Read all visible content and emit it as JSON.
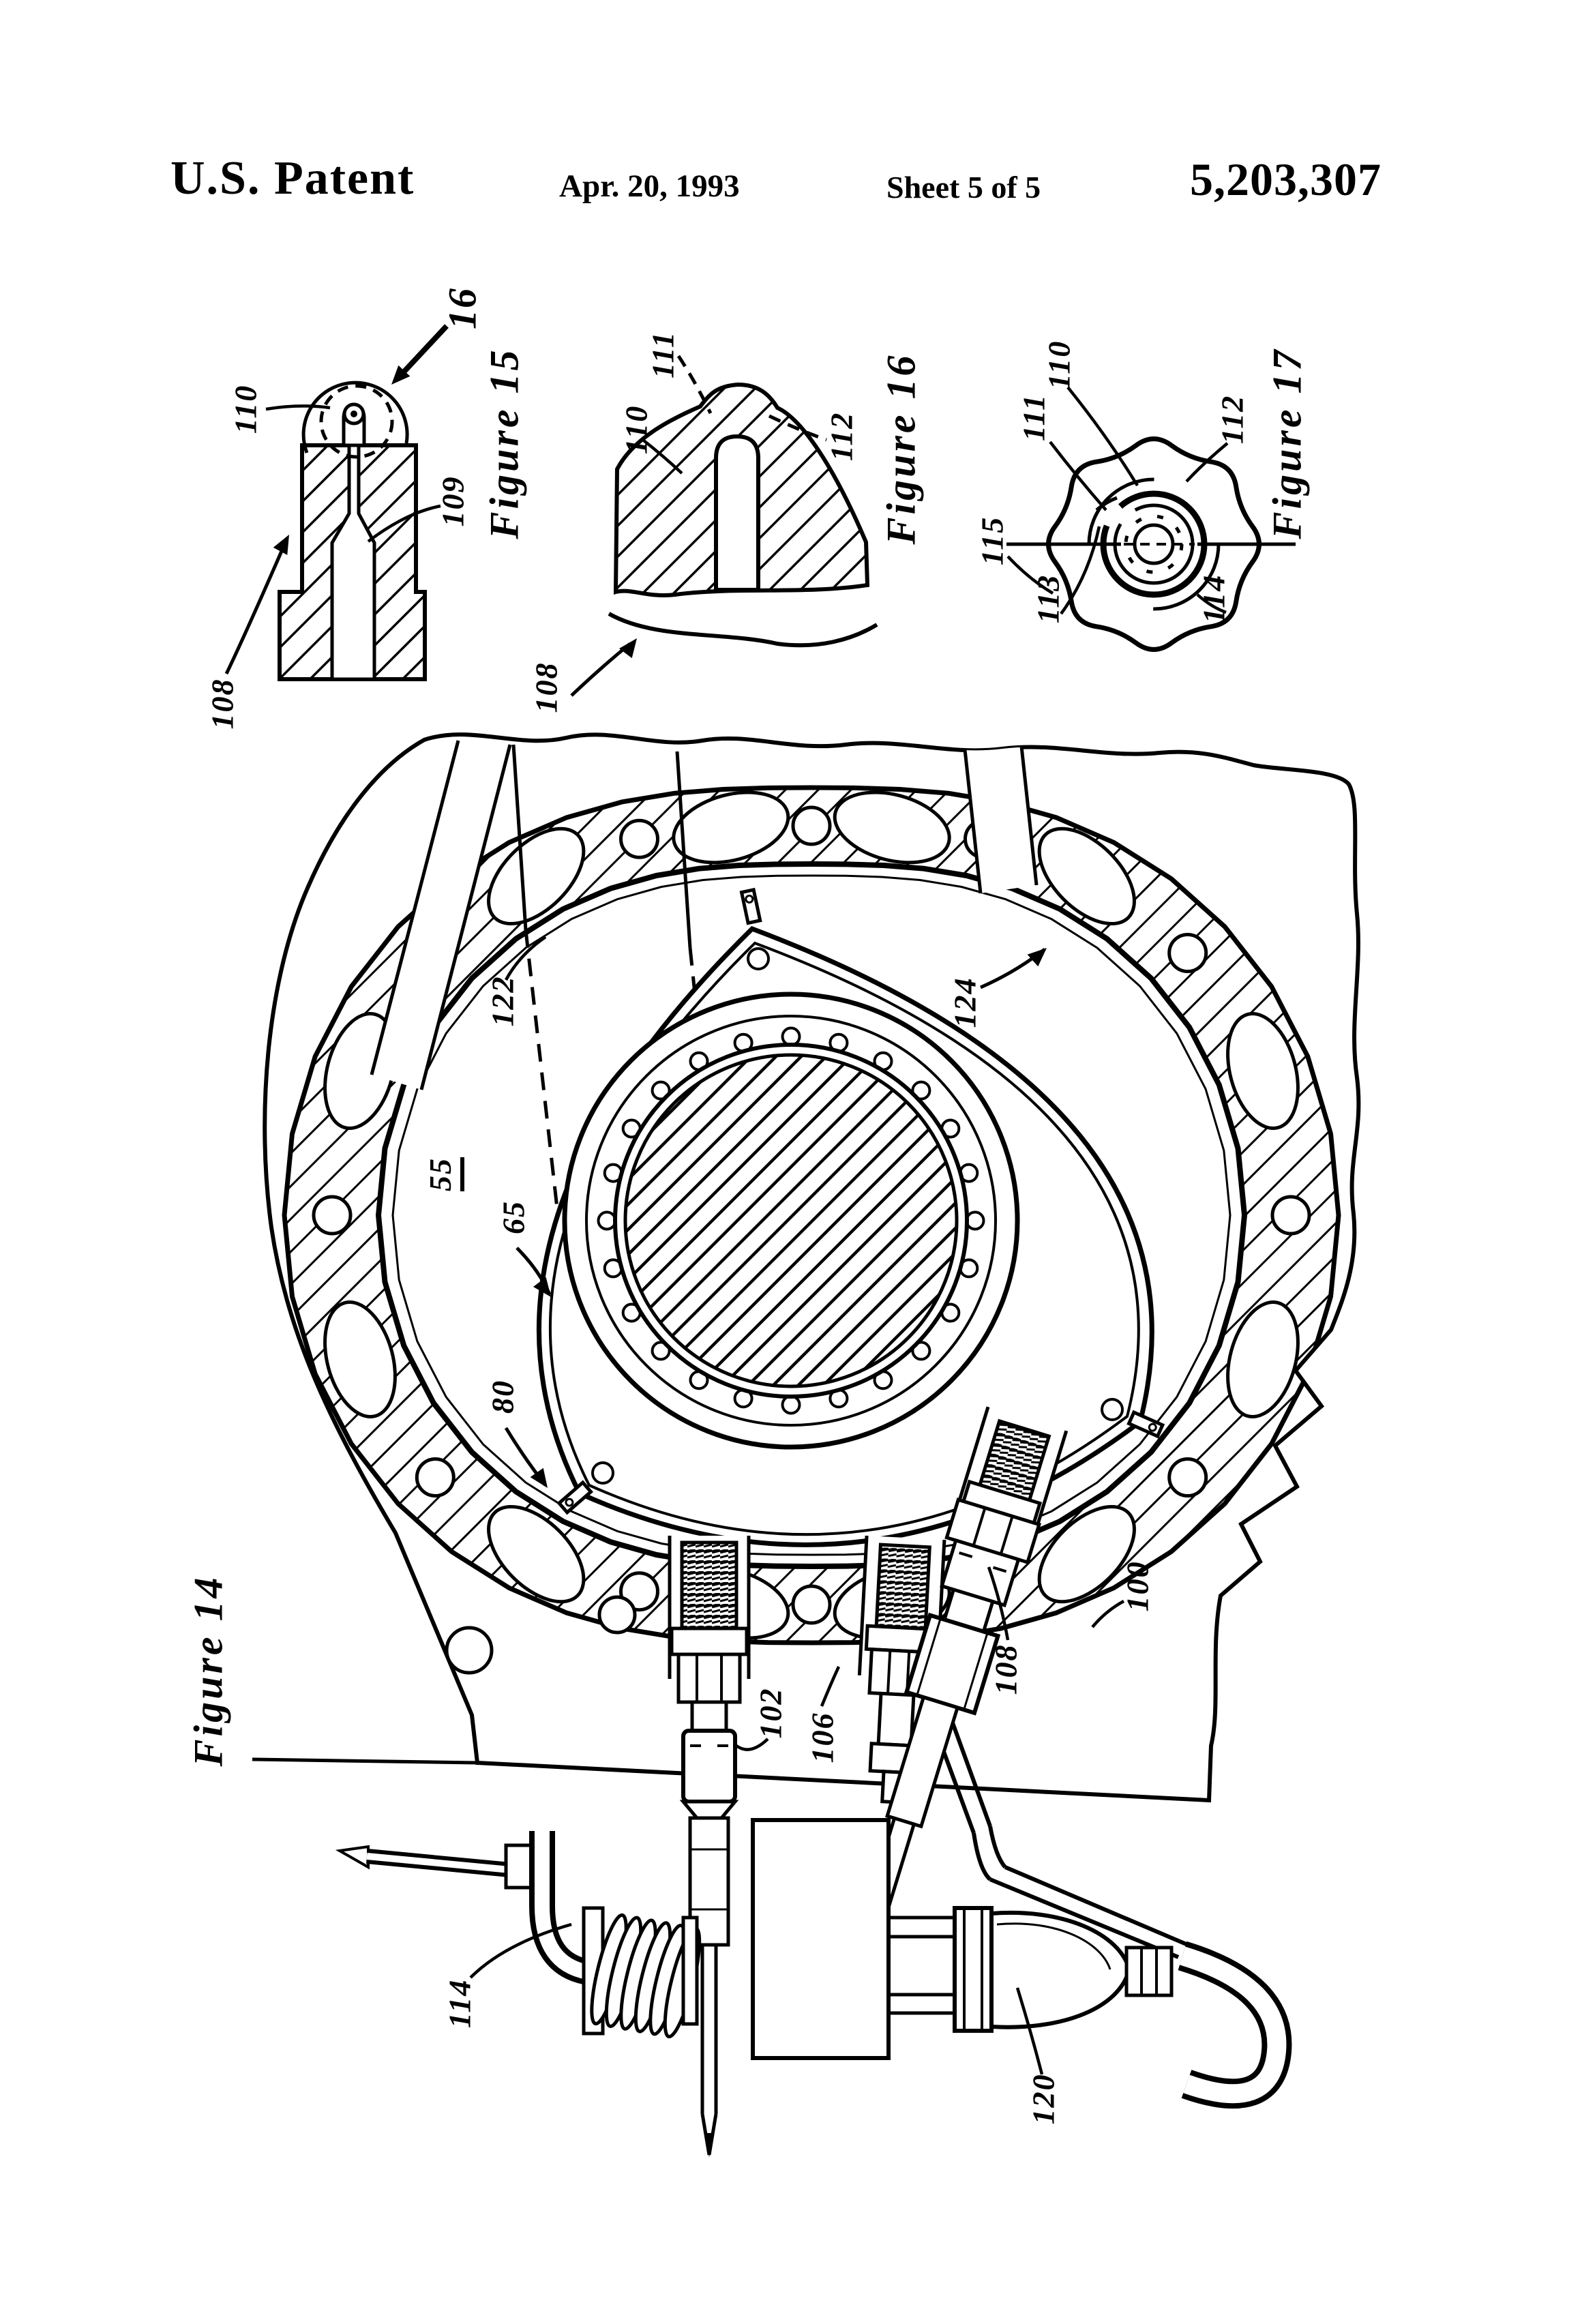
{
  "header": {
    "title": "U.S. Patent",
    "date": "Apr. 20, 1993",
    "sheet": "Sheet 5 of 5",
    "patent_number": "5,203,307"
  },
  "figures": {
    "fig14": {
      "caption": "Figure 14",
      "callouts": {
        "c122": "122",
        "c55": "55",
        "c65": "65",
        "c80": "80",
        "c124": "124",
        "c102": "102",
        "c106": "106",
        "c108": "108",
        "c100": "100",
        "c114": "114",
        "c120": "120"
      }
    },
    "fig15": {
      "caption": "Figure 15",
      "callouts": {
        "c16": "16",
        "c110": "110",
        "c109": "109",
        "c108": "108"
      }
    },
    "fig16": {
      "caption": "Figure 16",
      "callouts": {
        "c111": "111",
        "c110": "110",
        "c112": "112",
        "c108": "108"
      }
    },
    "fig17": {
      "caption": "Figure 17",
      "callouts": {
        "c110": "110",
        "c111": "111",
        "c115": "115",
        "c113": "113",
        "c112": "112",
        "c114": "114"
      }
    }
  }
}
